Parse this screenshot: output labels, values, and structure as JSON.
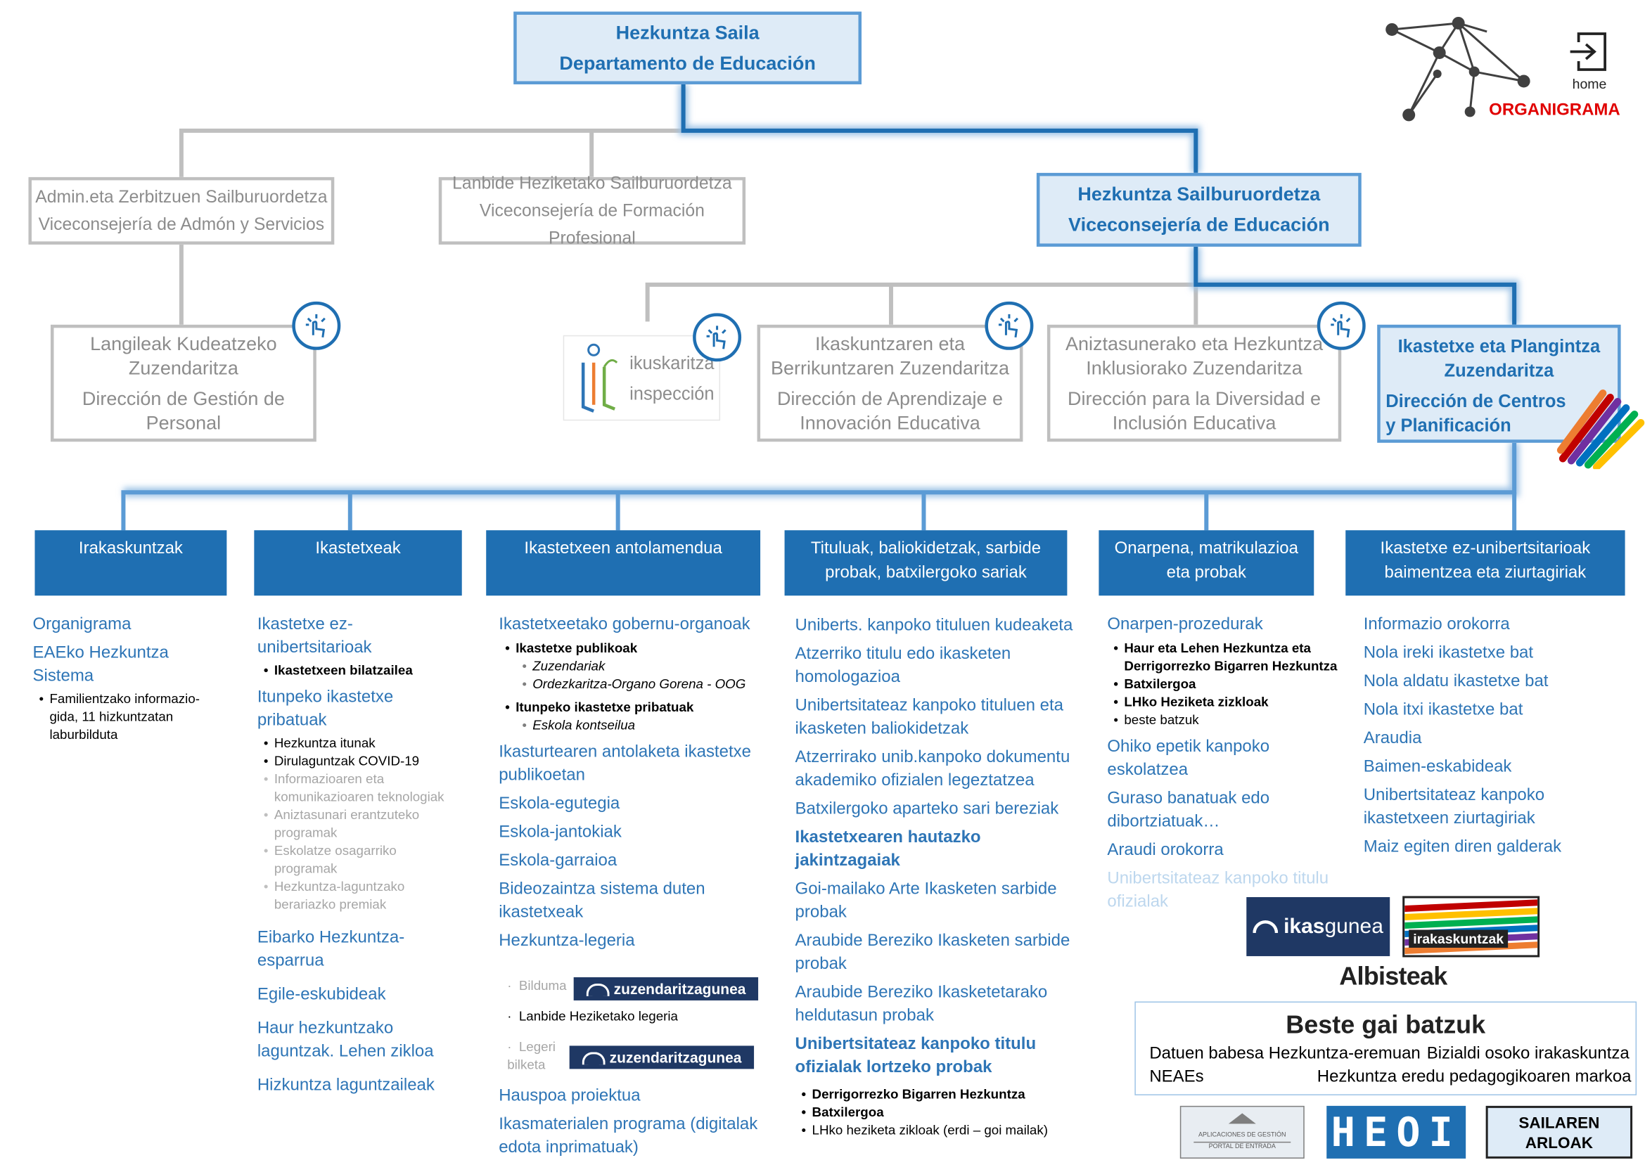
{
  "header": {
    "top_line1": "Hezkuntza Saila",
    "top_line2": "Departamento de Educación",
    "organigrama": "ORGANIGRAMA",
    "home": "home"
  },
  "vice": {
    "admin_l1": "Admin.eta Zerbitzuen Sailburuordetza",
    "admin_l2": "Viceconsejería de Admón y Servicios",
    "fp_l1": "Lanbide Heziketako Sailburuordetza",
    "fp_l2": "Viceconsejería de Formación Profesional",
    "edu_l1": "Hezkuntza Sailburuordetza",
    "edu_l2": "Viceconsejería de Educación"
  },
  "directions": {
    "personal_l1": "Langileak Kudeatzeko",
    "personal_l2": "Zuzendaritza",
    "personal_l3": "Dirección de Gestión de",
    "personal_l4": "Personal",
    "insp_l1": "ikuskaritza",
    "insp_l2": "inspección",
    "aprend_l1": "Ikaskuntzaren eta",
    "aprend_l2": "Berrikuntzaren  Zuzendaritza",
    "aprend_l3": "Dirección de Aprendizaje e",
    "aprend_l4": "Innovación Educativa",
    "div_l1": "Aniztasunerako eta Hezkuntza",
    "div_l2": "Inklusiorako Zuzendaritza",
    "div_l3": "Dirección para la Diversidad e",
    "div_l4": "Inclusión Educativa",
    "centros_l1": "Ikastetxe eta Plangintza",
    "centros_l2": "Zuzendaritza",
    "centros_l3": "Dirección de Centros",
    "centros_l4": "y Planificación"
  },
  "categories": {
    "c1": "Irakaskuntzak",
    "c2": "Ikastetxeak",
    "c3": "Ikastetxeen antolamendua",
    "c4_l1": "Tituluak, baliokidetzak, sarbide",
    "c4_l2": "probak, batxilergoko sariak",
    "c5_l1": "Onarpena, matrikulazioa",
    "c5_l2": "eta probak",
    "c6_l1": "Ikastetxe ez-unibertsitarioak",
    "c6_l2": "baimentzea eta ziurtagiriak"
  },
  "col1": {
    "l1": "Organigrama",
    "l2": "EAEko Hezkuntza Sistema",
    "b1": "Familientzako informazio-gida, 11 hizkuntzatan laburbilduta"
  },
  "col2": {
    "l1": "Ikastetxe ez-unibertsitarioak",
    "b1": "Ikastetxeen bilatzailea",
    "l2": "Itunpeko ikastetxe pribatuak",
    "b2": "Hezkuntza itunak",
    "b3": "Dirulaguntzak COVID-19",
    "b4": "Informazioaren eta komunikazioaren teknologiak",
    "b5": "Aniztasunari erantzuteko programak",
    "b6": "Eskolatze osagarriko programak",
    "b7": "Hezkuntza-laguntzako berariazko premiak",
    "l3": "Eibarko Hezkuntza-esparrua",
    "l4": "Egile-eskubideak",
    "l5": "Haur hezkuntzako laguntzak. Lehen zikloa",
    "l6": "Hizkuntza laguntzaileak"
  },
  "col3": {
    "l1": "Ikastetxeetako gobernu-organoak",
    "b1": "Ikastetxe publikoak",
    "s1": "Zuzendariak",
    "s2": "Ordezkaritza-Organo Gorena  - OOG",
    "b2": "Itunpeko ikastetxe pribatuak",
    "s3": "Eskola kontseilua",
    "l2": "Ikasturtearen antolaketa ikastetxe publikoetan",
    "l3": "Eskola-egutegia",
    "l4": "Eskola-jantokiak",
    "l5": "Eskola-garraioa",
    "l6": "Bideozaintza sistema duten ikastetxeak",
    "l7": "Hezkuntza-legeria",
    "b3": "Bilduma",
    "b4": "Lanbide Heziketako legeria",
    "b5": "Legeri bilketa",
    "zg": "zuzendaritzagunea",
    "l8": "Hauspoa proiektua",
    "l9": "Ikasmaterialen programa (digitalak edota inprimatuak)"
  },
  "col4": {
    "l1": "Uniberts. kanpoko tituluen kudeaketa",
    "l2": "Atzerriko titulu edo ikasketen homologazioa",
    "l3": "Unibertsitateaz kanpoko tituluen eta ikasketen baliokidetzak",
    "l4": "Atzerrirako unib.kanpoko dokumentu akademiko ofizialen legeztatzea",
    "l5": "Batxilergoko aparteko sari bereziak",
    "l6": "Ikastetxearen hautazko jakintzagaiak",
    "l7": "Goi-mailako Arte Ikasketen sarbide probak",
    "l8": "Araubide Bereziko Ikasketen sarbide probak",
    "l9": "Araubide Bereziko Ikasketetarako heldutasun probak",
    "l10": "Unibertsitateaz kanpoko titulu ofizialak lortzeko probak",
    "b1": "Derrigorrezko Bigarren Hezkuntza",
    "b2": "Batxilergoa",
    "b3": "LHko heziketa zikloak (erdi – goi mailak)"
  },
  "col5": {
    "l1": "Onarpen-prozedurak",
    "b1": "Haur eta Lehen Hezkuntza eta Derrigorrezko Bigarren Hezkuntza",
    "b2": "Batxilergoa",
    "b3": "LHko Heziketa zizkloak",
    "b4": "beste batzuk",
    "l2": "Ohiko epetik kanpoko eskolatzea",
    "l3": "Guraso banatuak edo dibortziatuak…",
    "l4": "Araudi orokorra",
    "l5": "Unibertsitateaz kanpoko titulu ofizialak"
  },
  "col6": {
    "l1": "Informazio orokorra",
    "l2": "Nola ireki ikastetxe bat",
    "l3": "Nola aldatu ikastetxe bat",
    "l4": "Nola itxi ikastetxe bat",
    "l5": "Araudia",
    "l6": "Baimen-eskabideak",
    "l7": "Unibertsitateaz kanpoko ikastetxeen ziurtagiriak",
    "l8": "Maiz egiten diren galderak"
  },
  "bottom": {
    "ikasgunea_a": "ikas",
    "ikasgunea_b": "gunea",
    "irakaskuntzak": "irakaskuntzak",
    "albisteak": "Albisteak",
    "beste_title": "Beste gai batzuk",
    "beste_1": "Datuen babesa Hezkuntza-eremuan",
    "beste_2": "Bizialdi osoko irakaskuntza",
    "beste_3": "NEAEs",
    "beste_4": "Hezkuntza eredu pedagogikoaren markoa",
    "portal_l1": "APLICACIONES DE GESTIÓN",
    "portal_l2": "PORTAL DE ENTRADA",
    "heoi": "HEOI",
    "sail_l1": "SAILAREN",
    "sail_l2": "ARLOAK"
  },
  "colors": {
    "blue": "#1f6fb2",
    "light_blue": "#deebf7",
    "grey": "#bfbfbf",
    "link": "#2e75b6"
  }
}
